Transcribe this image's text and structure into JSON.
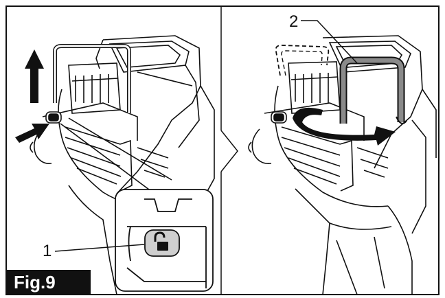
{
  "figure": {
    "label": "Fig.9",
    "callouts": [
      {
        "number": "1",
        "refers_to": "lock-release-button"
      },
      {
        "number": "2",
        "refers_to": "hook"
      }
    ],
    "colors": {
      "line": "#111111",
      "hook_highlight": "#8a8a8a",
      "label_background": "#111111",
      "label_text": "#ffffff"
    },
    "icons": {
      "step_indicator": "chevron-right-icon",
      "push_direction": "arrow-right-icon",
      "pull_direction": "arrow-up-icon",
      "rotate_direction": "curved-arrow-icon",
      "lock_symbol": "unlock-icon"
    }
  }
}
